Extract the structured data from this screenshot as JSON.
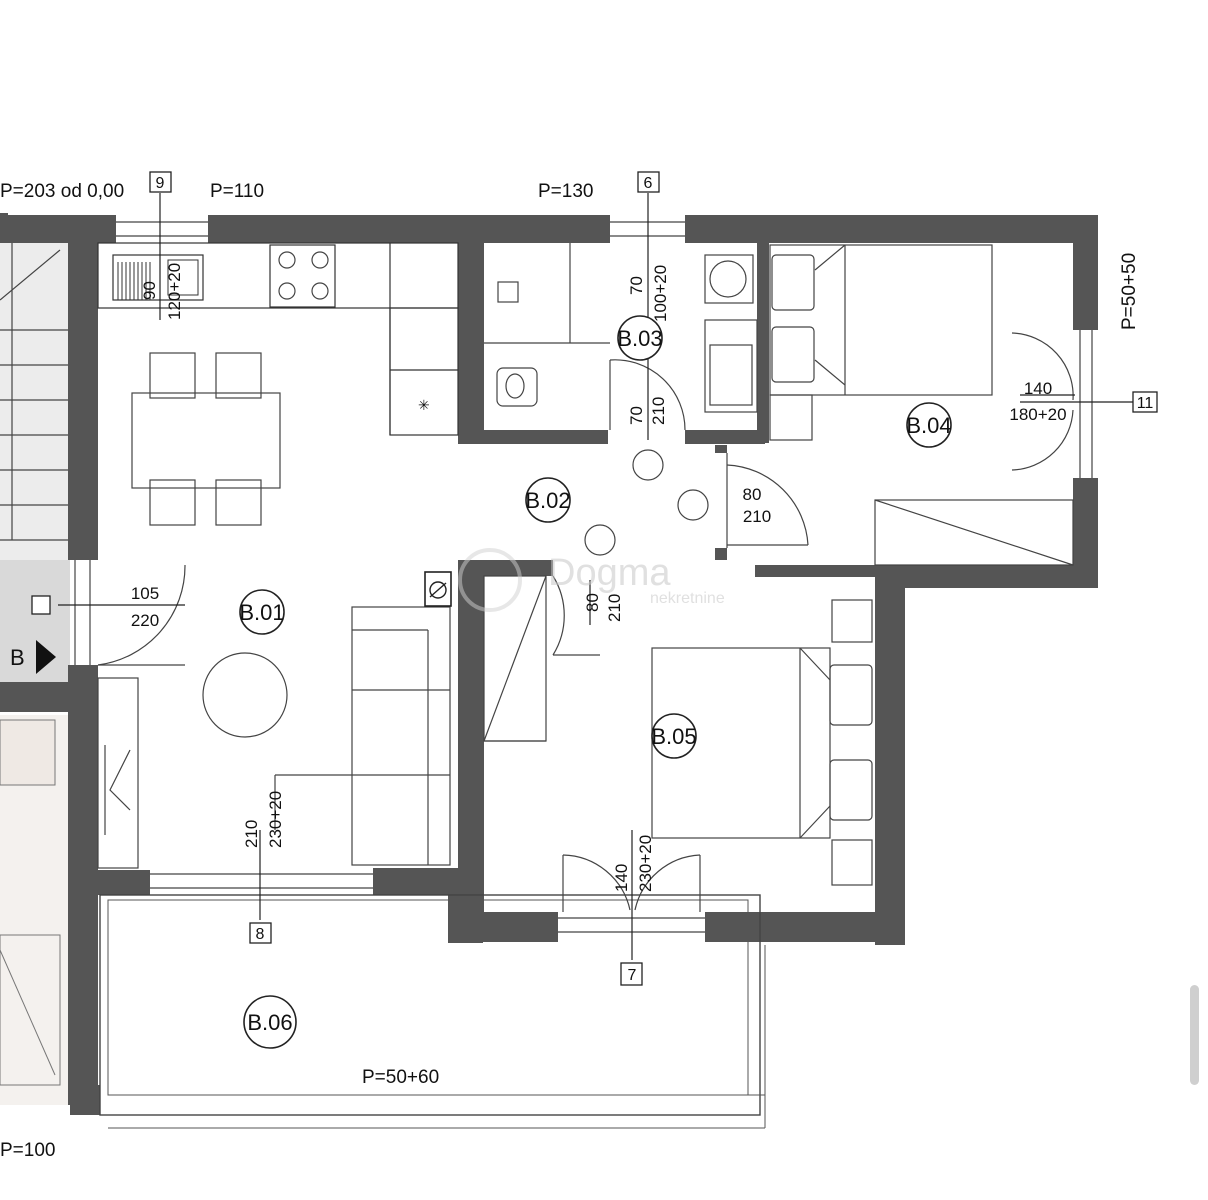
{
  "rooms": {
    "b01": "B.01",
    "b02": "B.02",
    "b03": "B.03",
    "b04": "B.04",
    "b05": "B.05",
    "b06": "B.06",
    "stair_b": "B"
  },
  "heights": {
    "p203": "P=203 od 0,00",
    "p110": "P=110",
    "p130": "P=130",
    "p5050": "P=50+50",
    "p5060": "P=50+60",
    "p100": "P=100"
  },
  "markers": {
    "m9": "9",
    "m6": "6",
    "m11": "11",
    "m8": "8",
    "m7": "7"
  },
  "dimensions": {
    "win9_a": "90",
    "win9_b": "120+20",
    "win6_a": "70",
    "win6_b": "100+20",
    "door_b03_a": "70",
    "door_b03_b": "210",
    "win11_a": "140",
    "win11_b": "180+20",
    "door_b04_a": "80",
    "door_b04_b": "210",
    "door_entry_a": "105",
    "door_entry_b": "220",
    "door_b05_a": "80",
    "door_b05_b": "210",
    "win8_a": "210",
    "win8_b": "230+20",
    "win7_a": "140",
    "win7_b": "230+20"
  },
  "watermark": {
    "brand": "Dogma",
    "sub": "nekretnine"
  }
}
